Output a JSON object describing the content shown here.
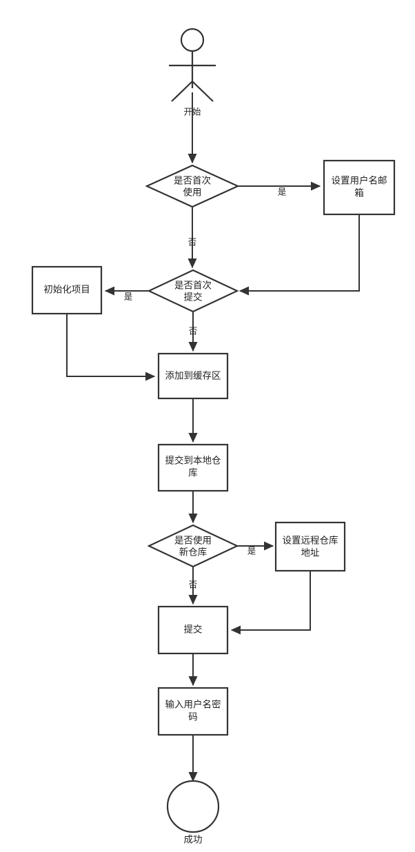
{
  "diagram": {
    "type": "flowchart",
    "orientation": "top-to-bottom",
    "background_color": "#ffffff",
    "stroke_color": "#333333",
    "text_color": "#222222",
    "fill_color": "#ffffff"
  },
  "nodes": {
    "actor_start": {
      "shape": "actor",
      "label": "",
      "edge_label": "开始"
    },
    "decision_first_use": {
      "shape": "diamond",
      "line1": "是否首次",
      "line2": "使用"
    },
    "set_user_email": {
      "shape": "rect",
      "line1": "设置用户名邮",
      "line2": "箱"
    },
    "decision_first_commit": {
      "shape": "diamond",
      "line1": "是否首次",
      "line2": "提交"
    },
    "init_project": {
      "shape": "rect",
      "line1": "初始化项目",
      "line2": ""
    },
    "add_to_stage": {
      "shape": "rect",
      "line1": "添加到缓存区",
      "line2": ""
    },
    "commit_local": {
      "shape": "rect",
      "line1": "提交到本地仓",
      "line2": "库"
    },
    "decision_new_repo": {
      "shape": "diamond",
      "line1": "是否使用",
      "line2": "新仓库"
    },
    "set_remote_addr": {
      "shape": "rect",
      "line1": "设置远程仓库",
      "line2": "地址"
    },
    "push": {
      "shape": "rect",
      "line1": "提交",
      "line2": ""
    },
    "enter_credentials": {
      "shape": "rect",
      "line1": "输入用户名密",
      "line2": "码"
    },
    "end_success": {
      "shape": "circle",
      "label": "成功"
    }
  },
  "edge_labels": {
    "start": "开始",
    "first_use_yes": "是",
    "first_use_no": "否",
    "first_commit_yes": "是",
    "first_commit_no": "否",
    "new_repo_yes": "是",
    "new_repo_no": "否"
  }
}
